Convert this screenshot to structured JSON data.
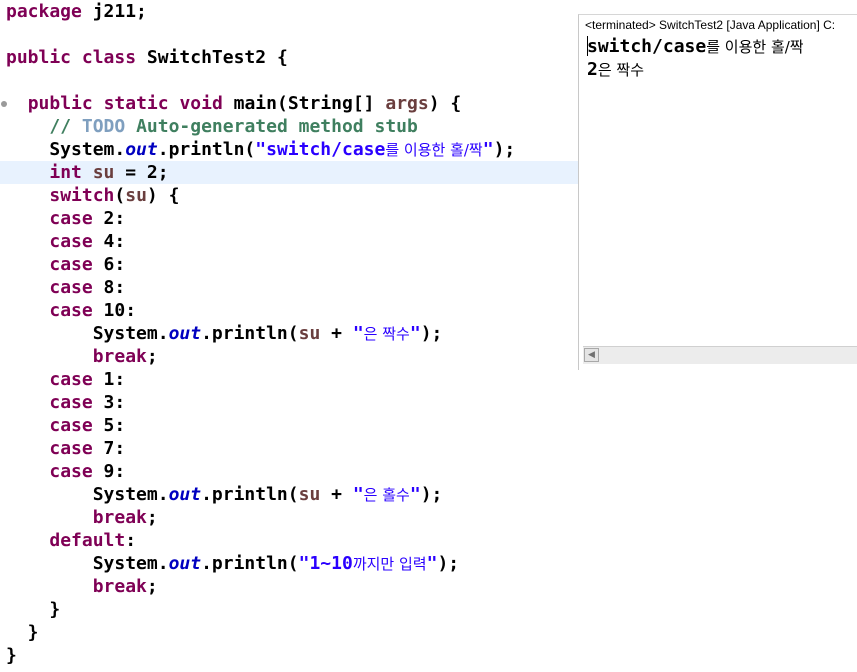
{
  "editor": {
    "lines": [
      {
        "segments": [
          {
            "t": "package",
            "c": "kw"
          },
          {
            "t": " j211;",
            "c": "plain"
          }
        ]
      },
      {
        "segments": []
      },
      {
        "segments": [
          {
            "t": "public",
            "c": "kw"
          },
          {
            "t": " ",
            "c": "plain"
          },
          {
            "t": "class",
            "c": "kw"
          },
          {
            "t": " SwitchTest2 {",
            "c": "plain"
          }
        ]
      },
      {
        "segments": []
      },
      {
        "segments": [
          {
            "t": "  ",
            "c": "plain"
          },
          {
            "t": "public",
            "c": "kw"
          },
          {
            "t": " ",
            "c": "plain"
          },
          {
            "t": "static",
            "c": "kw"
          },
          {
            "t": " ",
            "c": "plain"
          },
          {
            "t": "void",
            "c": "kw"
          },
          {
            "t": " main(String[] ",
            "c": "plain"
          },
          {
            "t": "args",
            "c": "var"
          },
          {
            "t": ") {",
            "c": "plain"
          }
        ]
      },
      {
        "segments": [
          {
            "t": "    ",
            "c": "plain"
          },
          {
            "t": "// ",
            "c": "cmt"
          },
          {
            "t": "TODO",
            "c": "todo"
          },
          {
            "t": " Auto-generated method stub",
            "c": "cmt"
          }
        ]
      },
      {
        "segments": [
          {
            "t": "    System.",
            "c": "plain"
          },
          {
            "t": "out",
            "c": "fld"
          },
          {
            "t": ".println(",
            "c": "plain"
          },
          {
            "t": "\"switch/case",
            "c": "str"
          },
          {
            "t": "를 이용한 홀/짝",
            "c": "str-ko"
          },
          {
            "t": "\"",
            "c": "str"
          },
          {
            "t": ");",
            "c": "plain"
          }
        ]
      },
      {
        "segments": [
          {
            "t": "    ",
            "c": "plain"
          },
          {
            "t": "int",
            "c": "kw"
          },
          {
            "t": " ",
            "c": "plain"
          },
          {
            "t": "su",
            "c": "var"
          },
          {
            "t": " = 2;",
            "c": "plain"
          }
        ]
      },
      {
        "segments": [
          {
            "t": "    ",
            "c": "plain"
          },
          {
            "t": "switch",
            "c": "kw"
          },
          {
            "t": "(",
            "c": "plain"
          },
          {
            "t": "su",
            "c": "var"
          },
          {
            "t": ") {",
            "c": "plain"
          }
        ]
      },
      {
        "segments": [
          {
            "t": "    ",
            "c": "plain"
          },
          {
            "t": "case",
            "c": "kw"
          },
          {
            "t": " 2:",
            "c": "plain"
          }
        ]
      },
      {
        "segments": [
          {
            "t": "    ",
            "c": "plain"
          },
          {
            "t": "case",
            "c": "kw"
          },
          {
            "t": " 4:",
            "c": "plain"
          }
        ]
      },
      {
        "segments": [
          {
            "t": "    ",
            "c": "plain"
          },
          {
            "t": "case",
            "c": "kw"
          },
          {
            "t": " 6:",
            "c": "plain"
          }
        ]
      },
      {
        "segments": [
          {
            "t": "    ",
            "c": "plain"
          },
          {
            "t": "case",
            "c": "kw"
          },
          {
            "t": " 8:",
            "c": "plain"
          }
        ]
      },
      {
        "segments": [
          {
            "t": "    ",
            "c": "plain"
          },
          {
            "t": "case",
            "c": "kw"
          },
          {
            "t": " 10:",
            "c": "plain"
          }
        ]
      },
      {
        "segments": [
          {
            "t": "        System.",
            "c": "plain"
          },
          {
            "t": "out",
            "c": "fld"
          },
          {
            "t": ".println(",
            "c": "plain"
          },
          {
            "t": "su",
            "c": "var"
          },
          {
            "t": " + ",
            "c": "plain"
          },
          {
            "t": "\"",
            "c": "str"
          },
          {
            "t": "은 짝수",
            "c": "str-ko"
          },
          {
            "t": "\"",
            "c": "str"
          },
          {
            "t": ");",
            "c": "plain"
          }
        ]
      },
      {
        "segments": [
          {
            "t": "        ",
            "c": "plain"
          },
          {
            "t": "break",
            "c": "kw"
          },
          {
            "t": ";",
            "c": "plain"
          }
        ]
      },
      {
        "segments": [
          {
            "t": "    ",
            "c": "plain"
          },
          {
            "t": "case",
            "c": "kw"
          },
          {
            "t": " 1:",
            "c": "plain"
          }
        ]
      },
      {
        "segments": [
          {
            "t": "    ",
            "c": "plain"
          },
          {
            "t": "case",
            "c": "kw"
          },
          {
            "t": " 3:",
            "c": "plain"
          }
        ]
      },
      {
        "segments": [
          {
            "t": "    ",
            "c": "plain"
          },
          {
            "t": "case",
            "c": "kw"
          },
          {
            "t": " 5:",
            "c": "plain"
          }
        ]
      },
      {
        "segments": [
          {
            "t": "    ",
            "c": "plain"
          },
          {
            "t": "case",
            "c": "kw"
          },
          {
            "t": " 7:",
            "c": "plain"
          }
        ]
      },
      {
        "segments": [
          {
            "t": "    ",
            "c": "plain"
          },
          {
            "t": "case",
            "c": "kw"
          },
          {
            "t": " 9:",
            "c": "plain"
          }
        ]
      },
      {
        "segments": [
          {
            "t": "        System.",
            "c": "plain"
          },
          {
            "t": "out",
            "c": "fld"
          },
          {
            "t": ".println(",
            "c": "plain"
          },
          {
            "t": "su",
            "c": "var"
          },
          {
            "t": " + ",
            "c": "plain"
          },
          {
            "t": "\"",
            "c": "str"
          },
          {
            "t": "은 홀수",
            "c": "str-ko"
          },
          {
            "t": "\"",
            "c": "str"
          },
          {
            "t": ");",
            "c": "plain"
          }
        ]
      },
      {
        "segments": [
          {
            "t": "        ",
            "c": "plain"
          },
          {
            "t": "break",
            "c": "kw"
          },
          {
            "t": ";",
            "c": "plain"
          }
        ]
      },
      {
        "segments": [
          {
            "t": "    ",
            "c": "plain"
          },
          {
            "t": "default",
            "c": "kw"
          },
          {
            "t": ":",
            "c": "plain"
          }
        ]
      },
      {
        "segments": [
          {
            "t": "        System.",
            "c": "plain"
          },
          {
            "t": "out",
            "c": "fld"
          },
          {
            "t": ".println(",
            "c": "plain"
          },
          {
            "t": "\"1~10",
            "c": "str"
          },
          {
            "t": "까지만 입력",
            "c": "str-ko"
          },
          {
            "t": "\"",
            "c": "str"
          },
          {
            "t": ");",
            "c": "plain"
          }
        ]
      },
      {
        "segments": [
          {
            "t": "        ",
            "c": "plain"
          },
          {
            "t": "break",
            "c": "kw"
          },
          {
            "t": ";",
            "c": "plain"
          }
        ]
      },
      {
        "segments": [
          {
            "t": "    }",
            "c": "plain"
          }
        ]
      },
      {
        "segments": [
          {
            "t": "  }",
            "c": "plain"
          }
        ]
      },
      {
        "segments": [
          {
            "t": "}",
            "c": "plain"
          }
        ]
      }
    ],
    "current_line": 7,
    "folding_marker_line": 4
  },
  "console": {
    "header": "<terminated> SwitchTest2 [Java Application] C:",
    "output": [
      [
        {
          "t": "switch/case",
          "c": "plain"
        },
        {
          "t": "를 이용한 홀/짝",
          "c": "ko"
        }
      ],
      [
        {
          "t": "2",
          "c": "plain"
        },
        {
          "t": "은 짝수",
          "c": "ko"
        }
      ]
    ],
    "scroll_left_icon": "scroll-left-arrow-icon",
    "scroll_left_glyph": "◀"
  },
  "colors": {
    "keyword": "#7f0055",
    "string": "#2a00ff",
    "comment": "#3f7f5f",
    "field": "#0000c0",
    "variable": "#6a3e3e",
    "current_line_bg": "#e8f2fe"
  }
}
